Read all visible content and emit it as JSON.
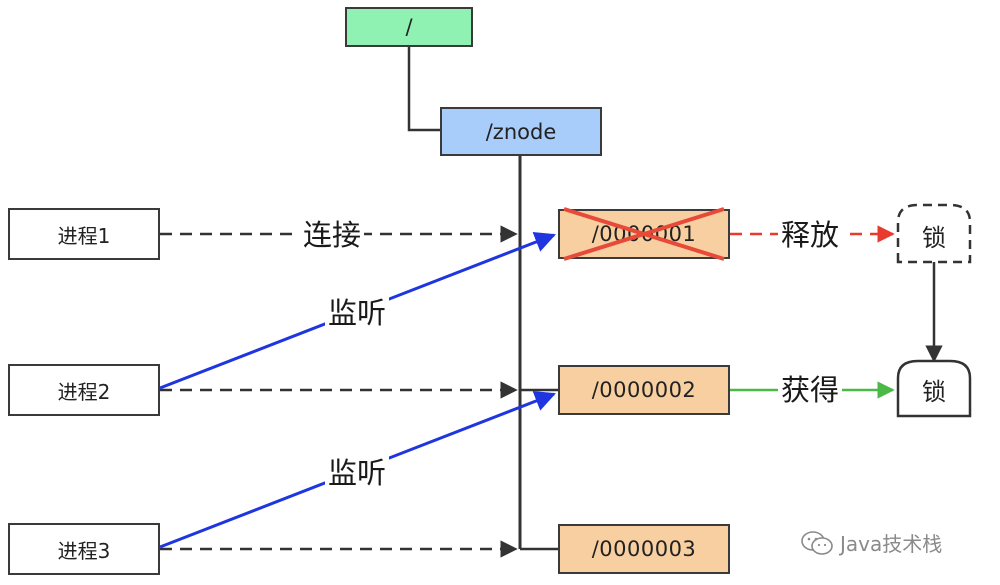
{
  "tree": {
    "root": "/",
    "parent": "/znode",
    "sequential_nodes": [
      "/0000001",
      "/0000002",
      "/0000003"
    ],
    "deleted_node_index": 0
  },
  "processes": [
    "进程1",
    "进程2",
    "进程3"
  ],
  "edge_labels": {
    "connect": "连接",
    "watch_1": "监听",
    "watch_2": "监听",
    "release": "释放",
    "acquire": "获得"
  },
  "locks": {
    "released": "锁",
    "acquired": "锁"
  },
  "watermark": "Java技术栈",
  "colors": {
    "root": "#8ff2b3",
    "znode": "#a9cdfa",
    "sequential": "#f8cfa0",
    "watch_arrow": "#1f35e0",
    "release_arrow": "#e83a2f",
    "acquire_arrow": "#4cb847",
    "cross": "#e84a3a"
  }
}
